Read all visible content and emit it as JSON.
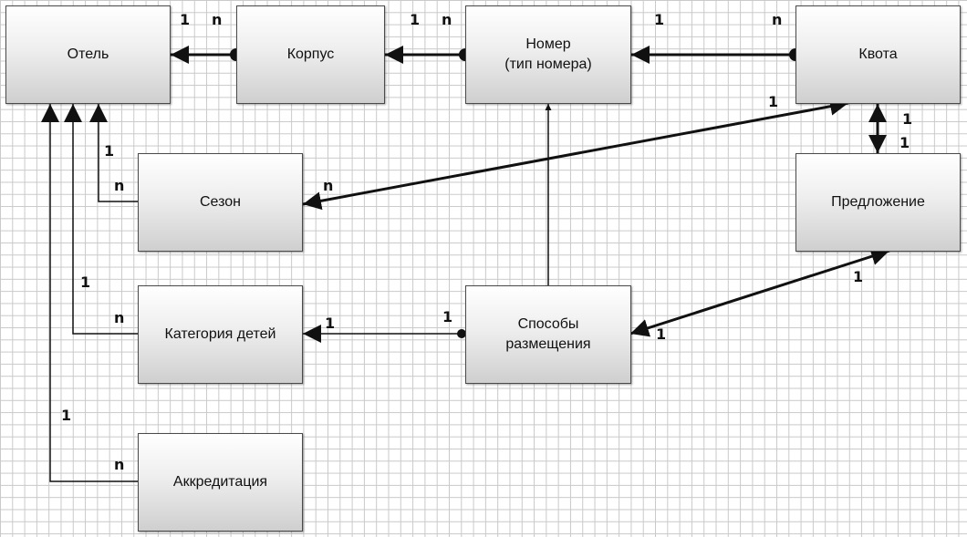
{
  "entities": {
    "hotel": "Отель",
    "building": "Корпус",
    "room": "Номер\n(тип номера)",
    "quota": "Квота",
    "season": "Сезон",
    "offer": "Предложение",
    "child_category": "Категория детей",
    "placement": "Способы\nразмещения",
    "accreditation": "Аккредитация"
  },
  "relations": {
    "hotel_building": {
      "one": "1",
      "many": "n"
    },
    "building_room": {
      "one": "1",
      "many": "n"
    },
    "room_quota": {
      "one": "1",
      "many": "n"
    },
    "hotel_season": {
      "one": "1",
      "many": "n"
    },
    "hotel_child_category": {
      "one": "1",
      "many": "n"
    },
    "hotel_accreditation": {
      "one": "1",
      "many": "n"
    },
    "quota_season": {
      "one": "1",
      "many": "n"
    },
    "quota_offer": {
      "one": "1",
      "many": "1"
    },
    "offer_placement": {
      "one": "1",
      "many": "1"
    },
    "placement_child_category": {
      "one": "1",
      "many": "1"
    }
  }
}
